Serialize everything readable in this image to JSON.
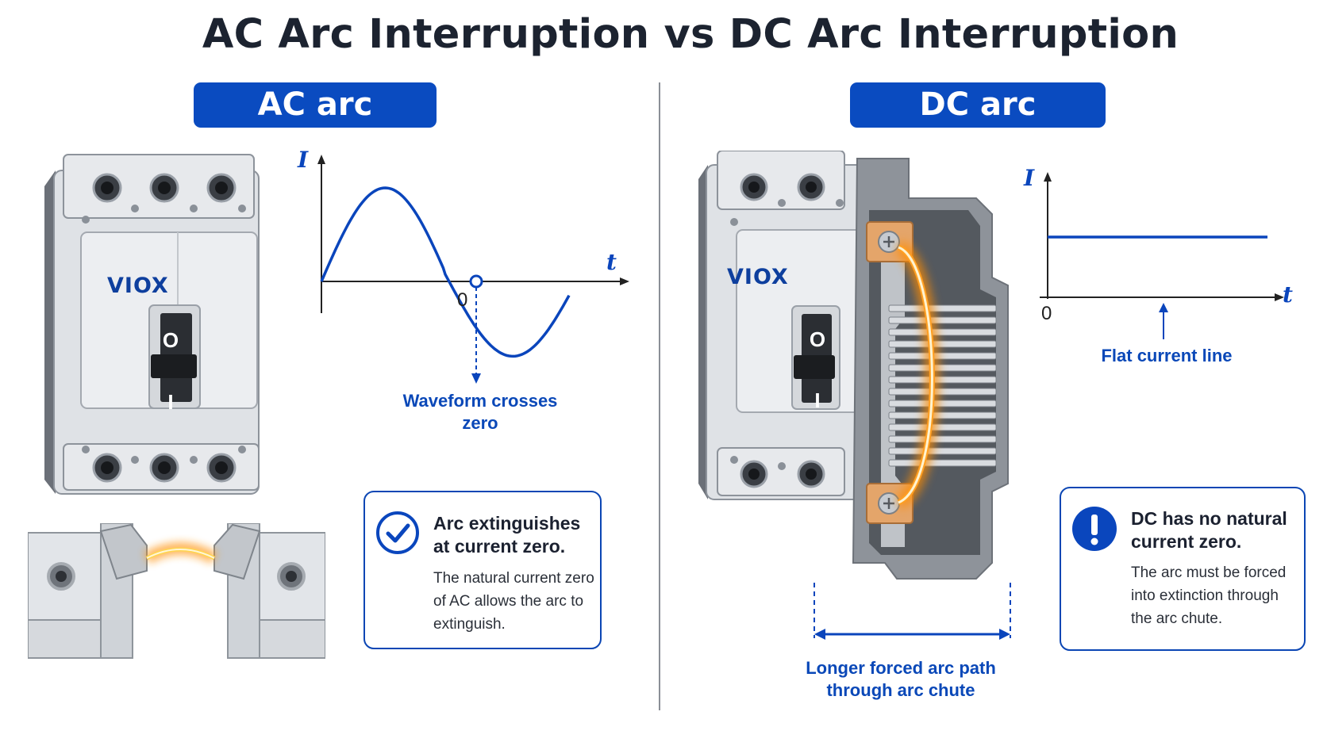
{
  "title": "AC Arc Interruption vs DC Arc Interruption",
  "ac": {
    "header": "AC arc",
    "brand": "VIOX",
    "switch_off": "O",
    "switch_on": "I",
    "graph": {
      "y_axis": "I",
      "x_axis": "t",
      "origin": "0"
    },
    "zero_crossing_note": "Waveform crosses zero",
    "card": {
      "title": "Arc extinguishes at current zero.",
      "body": "The natural current zero of AC allows the arc to extinguish."
    }
  },
  "dc": {
    "header": "DC arc",
    "brand": "VIOX",
    "switch_off": "O",
    "switch_on": "I",
    "graph": {
      "y_axis": "I",
      "x_axis": "t",
      "origin": "0"
    },
    "flat_line_note": "Flat current line",
    "path_note": "Longer forced arc path through arc chute",
    "card": {
      "title": "DC has no natural current zero.",
      "body": "The arc must be forced into extinction through the arc chute."
    }
  },
  "colors": {
    "accent": "#0a4bc0",
    "arc": "#f08a00",
    "divider": "#8a8f96"
  },
  "icons": [
    "check-circle-icon",
    "exclamation-circle-icon",
    "arrow-down-icon",
    "arrow-up-icon"
  ]
}
